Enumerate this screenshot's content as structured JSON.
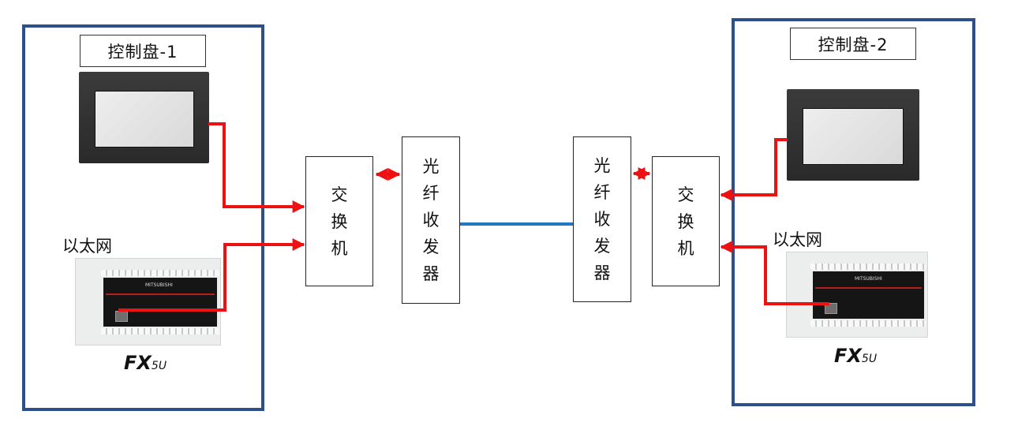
{
  "panels": [
    {
      "id": "panel-1",
      "title": "控制盘-1",
      "ethernet_label": "以太网",
      "plc_logo": "FX",
      "plc_logo_sub": "5U"
    },
    {
      "id": "panel-2",
      "title": "控制盘-2",
      "ethernet_label": "以太网",
      "plc_logo": "FX",
      "plc_logo_sub": "5U"
    }
  ],
  "switch": {
    "chars": [
      "交",
      "换",
      "机"
    ]
  },
  "fiber_transceiver": {
    "chars": [
      "光",
      "纤",
      "收",
      "发",
      "器"
    ]
  },
  "colors": {
    "frame": "#2f4f8a",
    "ethernet_link": "#ee1111",
    "fiber_link": "#1f78c8"
  }
}
